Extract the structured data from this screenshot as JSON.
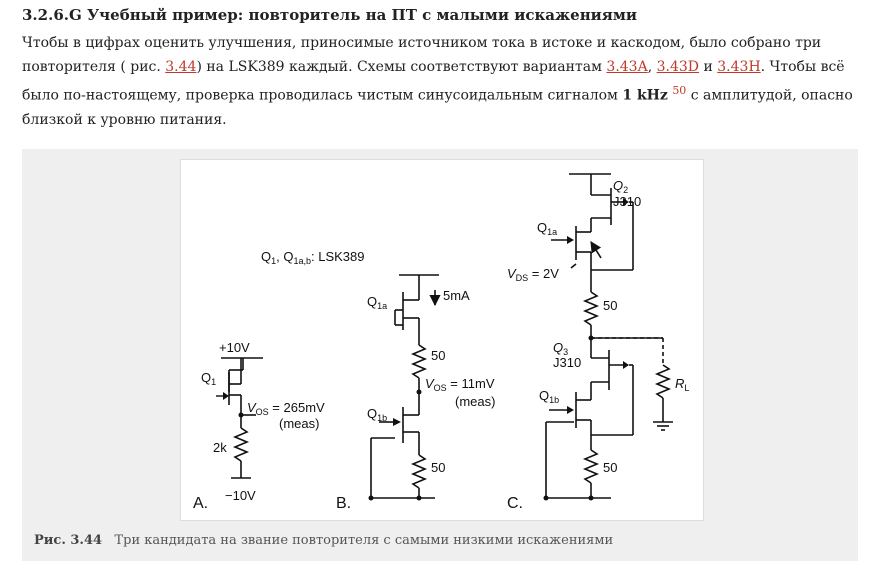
{
  "heading": "3.2.6.G Учебный пример: повторитель на ПТ с малыми искажениями",
  "paragraph": {
    "p1": "Чтобы в цифрах оценить улучшения, приносимые источником тока в истоке и каскодом, было собрано три повторителя ( рис. ",
    "link_fig": "3.44",
    "p2": ") на LSK389 каждый. Схемы соответствуют вариантам ",
    "link_a": "3.43A",
    "sep1": ", ",
    "link_d": "3.43D",
    "sep2": " и ",
    "link_h": "3.43H",
    "p3": ". Чтобы всё было по-настоящему, проверка проводилась чистым синусоидальным сигналом ",
    "freq": "1 kHz",
    "sup": "50",
    "p4": " с амплитудой, опасно близкой к уровню питания."
  },
  "figure": {
    "a": {
      "letter": "A.",
      "vplus": "+10V",
      "q1": "Q",
      "q1_sub": "1",
      "vos_v": "V",
      "vos_sub": "OS",
      "vos_val": " = 265mV",
      "meas": "(meas)",
      "r": "2k",
      "vminus": "−10V"
    },
    "b": {
      "letter": "B.",
      "part_a": "Q",
      "part_b": "1",
      "part_c": ", Q",
      "part_d": "1a,b",
      "part_e": ": LSK389",
      "q1a": "Q",
      "q1a_sub": "1a",
      "current": "5mA",
      "r1": "50",
      "vos_v": "V",
      "vos_sub": "OS",
      "vos_val": " = 11mV",
      "meas": "(meas)",
      "q1b": "Q",
      "q1b_sub": "1b",
      "r2": "50"
    },
    "c": {
      "letter": "C.",
      "q2": "Q",
      "q2_sub": "2",
      "j310_top": "J310",
      "q1a": "Q",
      "q1a_sub": "1a",
      "vds_v": "V",
      "vds_sub": "DS",
      "vds_val": " = 2V",
      "r1": "50",
      "q3": "Q",
      "q3_sub": "3",
      "j310_mid": "J310",
      "rl": "R",
      "rl_sub": "L",
      "q1b": "Q",
      "q1b_sub": "1b",
      "r2": "50"
    }
  },
  "caption": {
    "label": "Рис. 3.44",
    "text": "Три кандидата на звание повторителя с самыми низкими искажениями"
  }
}
